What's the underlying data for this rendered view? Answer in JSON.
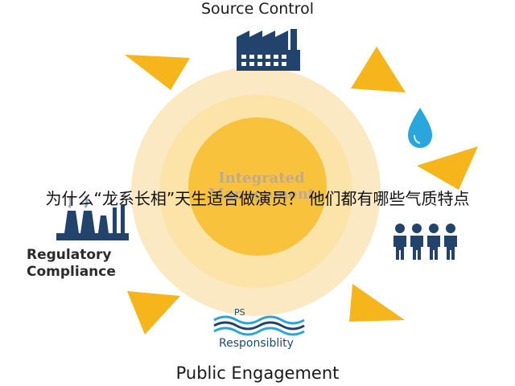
{
  "diagram": {
    "top_label": "Source Control",
    "bottom_label": "Public Engagement",
    "left_label_line1": "Regulatory",
    "left_label_line2": "Compliance",
    "ps_label": "PS",
    "responsibility_label": "Responsiblity",
    "center_title_line1": "Integrated",
    "center_title_line2": "Management"
  },
  "overlay_caption": "为什么“龙系长相”天生适合做演员？ 他们都有哪些气质特点",
  "colors": {
    "sun_outer": "#fbe7bd",
    "sun_inner": "#f9c23c",
    "ray": "#f7b51c",
    "icon_navy": "#22436b",
    "water_blue": "#29a6dc"
  }
}
